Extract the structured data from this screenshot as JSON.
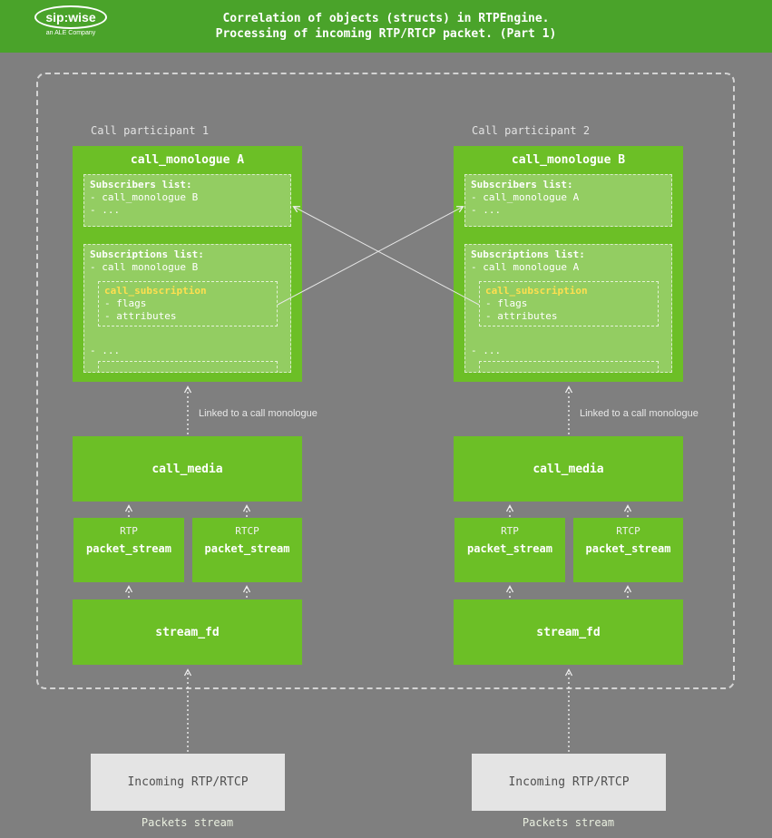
{
  "header": {
    "logo": {
      "brand": "sip:wise",
      "tagline": "an ALE Company"
    },
    "title_line1": "Correlation of objects (structs) in RTPEngine.",
    "title_line2": "Processing of incoming RTP/RTCP packet. (Part 1)"
  },
  "colors": {
    "header_green": "#4aa32a",
    "box_green": "#6cbf26",
    "inner_box_green": "#93cd62",
    "subscription_title_yellow": "#ffdf4f",
    "background_gray": "#7f7f7f",
    "incoming_box_gray": "#e4e4e4"
  },
  "participants": [
    {
      "label": "Call participant 1",
      "monologue": {
        "title": "call_monologue A",
        "subscribers_title": "Subscribers list:",
        "subscribers_item1": "- call_monologue B",
        "subscribers_item2": "- ...",
        "subscriptions_title": "Subscriptions list:",
        "subscriptions_item": "- call monologue B",
        "subscription_title": "call_subscription",
        "subscription_item1": "- flags",
        "subscription_item2": "- attributes",
        "more": "- ..."
      },
      "linked_label": "Linked to a call monologue",
      "call_media_label": "call_media",
      "stream1_proto": "RTP",
      "stream1_label": "packet_stream",
      "stream2_proto": "RTCP",
      "stream2_label": "packet_stream",
      "stream_fd_label": "stream_fd",
      "incoming_label": "Incoming RTP/RTCP",
      "packets_label": "Packets stream"
    },
    {
      "label": "Call participant 2",
      "monologue": {
        "title": "call_monologue B",
        "subscribers_title": "Subscribers list:",
        "subscribers_item1": "- call_monologue A",
        "subscribers_item2": "- ...",
        "subscriptions_title": "Subscriptions list:",
        "subscriptions_item": "- call monologue A",
        "subscription_title": "call_subscription",
        "subscription_item1": "- flags",
        "subscription_item2": "- attributes",
        "more": "- ..."
      },
      "linked_label": "Linked to a call monologue",
      "call_media_label": "call_media",
      "stream1_proto": "RTP",
      "stream1_label": "packet_stream",
      "stream2_proto": "RTCP",
      "stream2_label": "packet_stream",
      "stream_fd_label": "stream_fd",
      "incoming_label": "Incoming RTP/RTCP",
      "packets_label": "Packets stream"
    }
  ]
}
